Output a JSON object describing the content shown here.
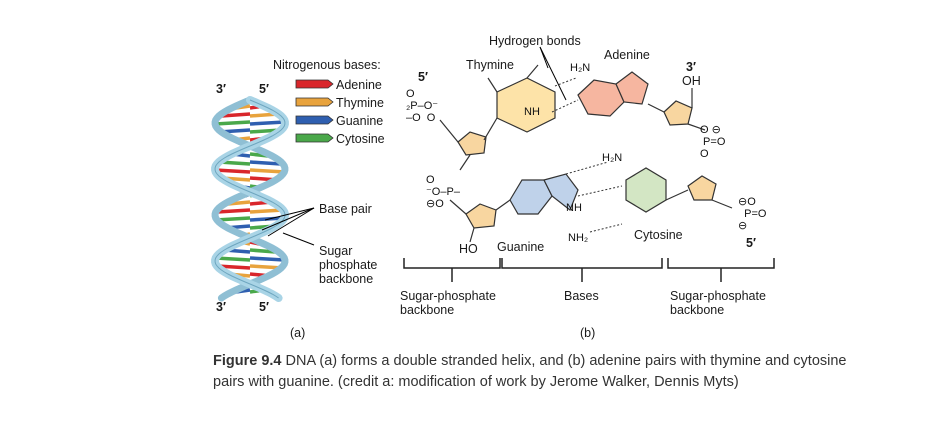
{
  "panel_a": {
    "strand_labels": {
      "top_left": "3′",
      "top_right": "5′",
      "bottom_left": "3′",
      "bottom_right": "5′"
    },
    "legend_title": "Nitrogenous bases:",
    "legend": [
      {
        "name": "Adenine",
        "color": "#d9262b"
      },
      {
        "name": "Thymine",
        "color": "#e8a33d"
      },
      {
        "name": "Guanine",
        "color": "#2f5fb0"
      },
      {
        "name": "Cytosine",
        "color": "#4aa84a"
      }
    ],
    "base_pair_label": "Base pair",
    "backbone_label": [
      "Sugar",
      "phosphate",
      "backbone"
    ],
    "panel_label": "(a)",
    "backbone_color": "#a9d4e6"
  },
  "panel_b": {
    "hydrogen_bonds": "Hydrogen bonds",
    "thymine": "Thymine",
    "adenine": "Adenine",
    "guanine": "Guanine",
    "cytosine": "Cytosine",
    "five_prime_tl": "5′",
    "three_prime_tr": "3′",
    "oh": "OH",
    "ho": "HO",
    "five_prime_br": "5′",
    "bracket_left": [
      "Sugar-phosphate",
      "backbone"
    ],
    "bracket_mid": "Bases",
    "bracket_right": [
      "Sugar-phosphate",
      "backbone"
    ],
    "panel_label": "(b)",
    "colors": {
      "thymine": "#fde3a8",
      "adenine": "#f6b6a0",
      "guanine": "#bfd2ea",
      "cytosine": "#d3e6c4",
      "sugar": "#f8d6a0"
    }
  },
  "caption": {
    "figure": "Figure 9.4",
    "text": " DNA (a) forms a double stranded helix, and (b) adenine pairs with thymine and cytosine pairs with guanine. (credit a: modification of work by Jerome Walker, Dennis Myts)"
  }
}
